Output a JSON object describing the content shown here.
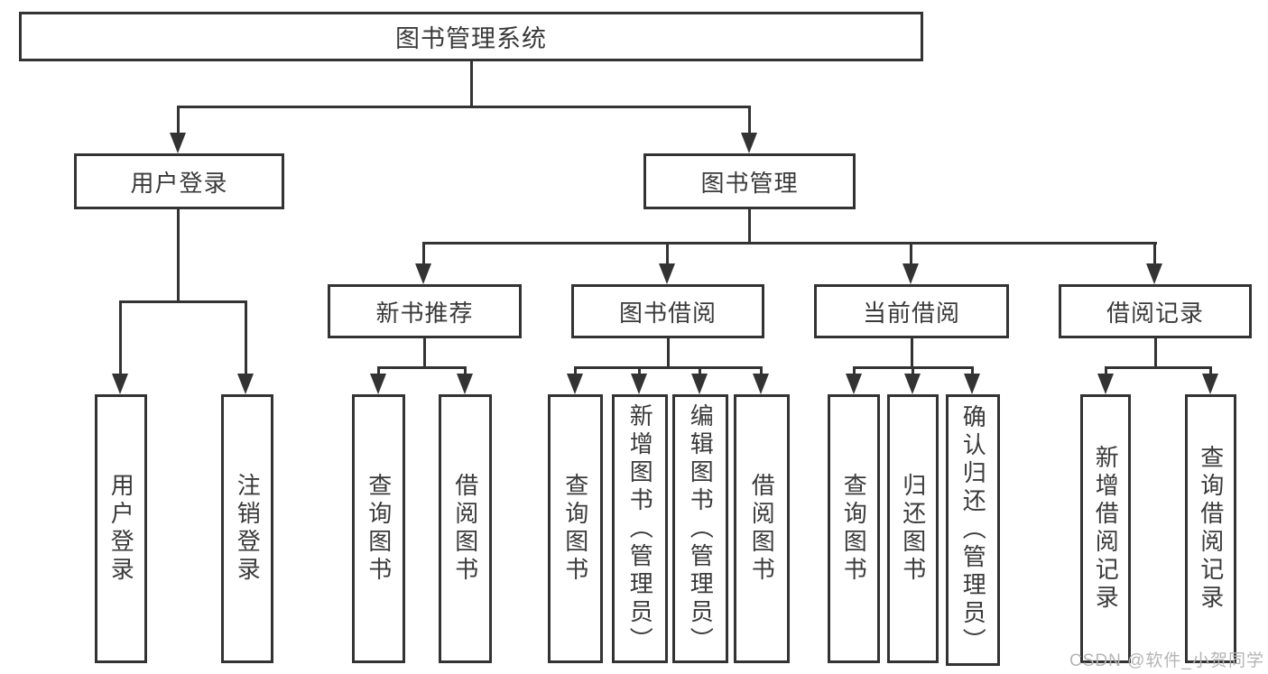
{
  "diagram": {
    "root": {
      "label": "图书管理系统"
    },
    "branches": {
      "user": {
        "label": "用户登录",
        "children": [
          "用户登录",
          "注销登录"
        ]
      },
      "book": {
        "label": "图书管理",
        "sections": [
          {
            "label": "新书推荐",
            "children": [
              "查询图书",
              "借阅图书"
            ]
          },
          {
            "label": "图书借阅",
            "children": [
              "查询图书",
              "新增图书（管理员）",
              "编辑图书（管理员）",
              "借阅图书"
            ]
          },
          {
            "label": "当前借阅",
            "children": [
              "查询图书",
              "归还图书",
              "确认归还（管理员）"
            ]
          },
          {
            "label": "借阅记录",
            "children": [
              "新增借阅记录",
              "查询借阅记录"
            ]
          }
        ]
      }
    }
  },
  "watermark": {
    "text": "CSDN @软件_小贺同学"
  },
  "colors": {
    "line": "#333333",
    "text": "#3a3a3a",
    "background": "#ffffff",
    "watermark": "#b5b5b5"
  }
}
